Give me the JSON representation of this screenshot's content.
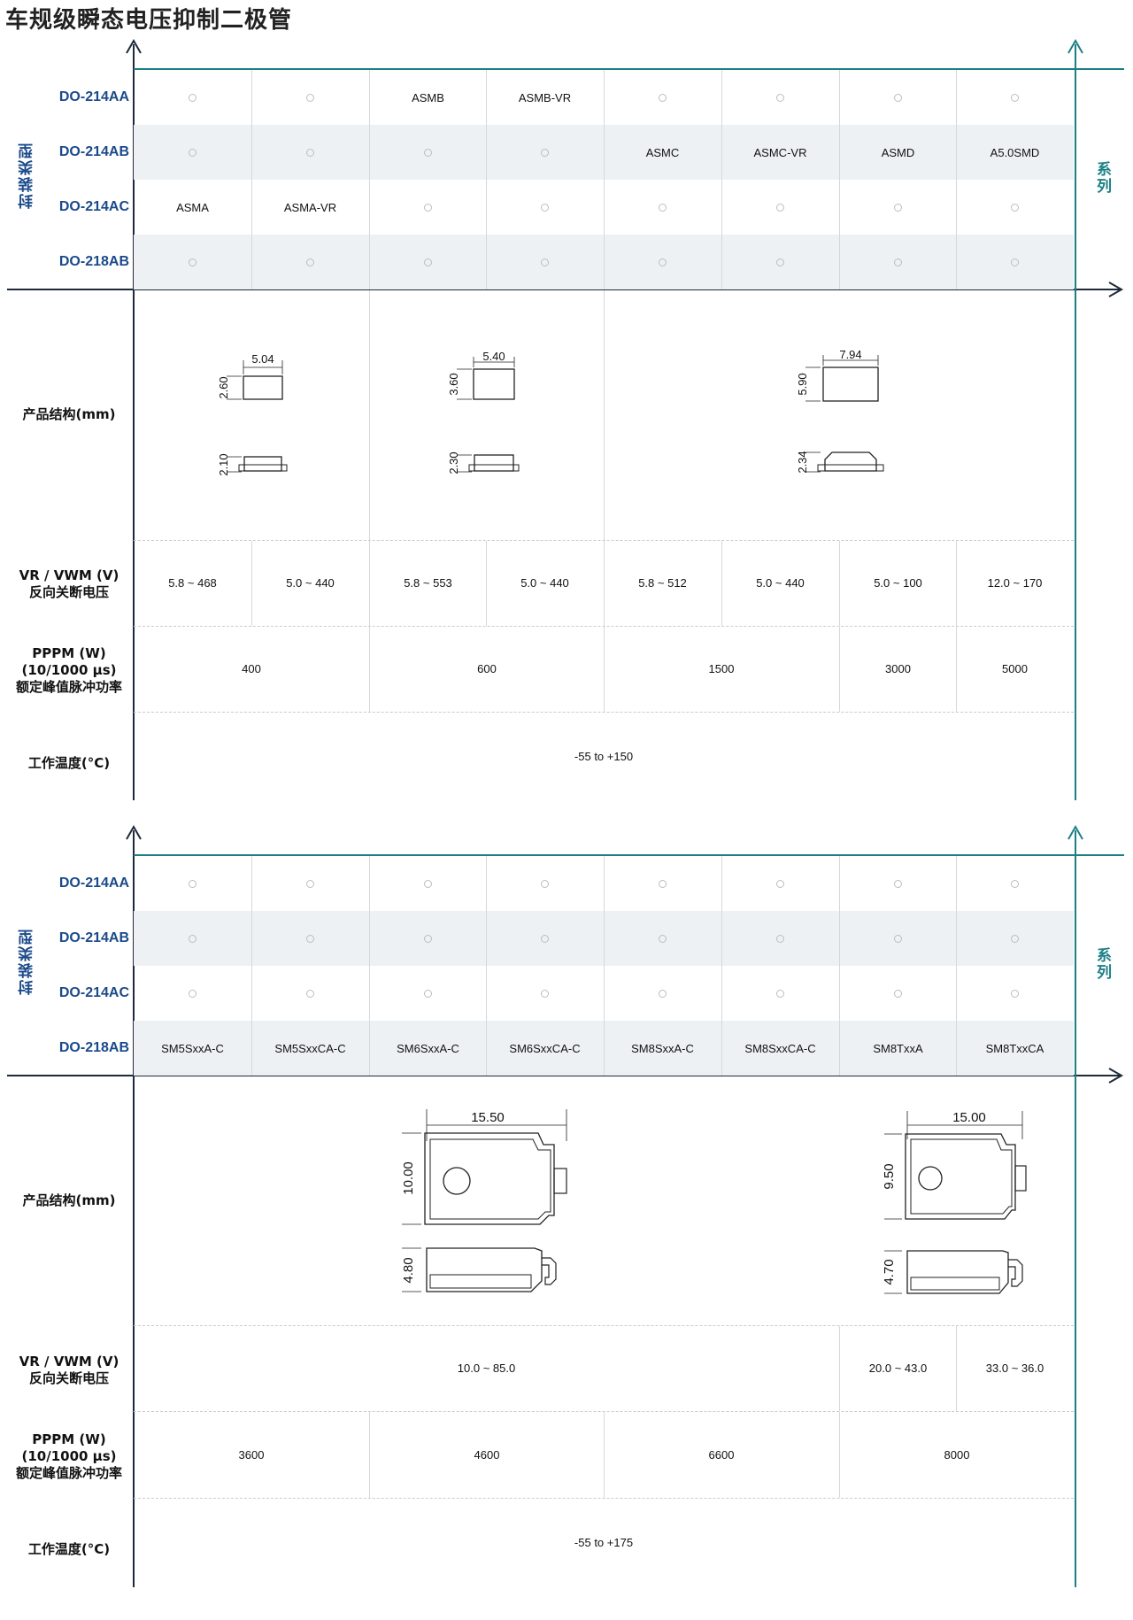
{
  "title": "车规级瞬态电压抑制二极管",
  "labels": {
    "package_type": "封装类型",
    "series": "系列",
    "structure": "产品结构(mm)",
    "vr_main": "VR / VWM (V)",
    "vr_sub": "反向关断电压",
    "ppm_main": "PPPM (W)",
    "ppm_cond": "(10/1000 μs)",
    "ppm_sub": "额定峰值脉冲功率",
    "temp": "工作温度(°C)"
  },
  "packages": [
    "DO-214AA",
    "DO-214AB",
    "DO-214AC",
    "DO-218AB"
  ],
  "section1": {
    "grid": [
      [
        "",
        "",
        "ASMB",
        "ASMB-VR",
        "",
        "",
        "",
        ""
      ],
      [
        "",
        "",
        "",
        "",
        "ASMC",
        "ASMC-VR",
        "ASMD",
        "A5.0SMD"
      ],
      [
        "ASMA",
        "ASMA-VR",
        "",
        "",
        "",
        "",
        "",
        ""
      ],
      [
        "",
        "",
        "",
        "",
        "",
        "",
        "",
        ""
      ]
    ],
    "dims": [
      {
        "w": "5.04",
        "h": "2.60",
        "t": "2.10"
      },
      {
        "w": "5.40",
        "h": "3.60",
        "t": "2.30"
      },
      {
        "w": "7.94",
        "h": "5.90",
        "t": "2.34"
      }
    ],
    "vr": [
      "5.8 ~ 468",
      "5.0 ~ 440",
      "5.8 ~ 553",
      "5.0 ~ 440",
      "5.8 ~ 512",
      "5.0 ~ 440",
      "5.0 ~ 100",
      "12.0 ~ 170"
    ],
    "ppm": [
      "400",
      "600",
      "1500",
      "3000",
      "5000"
    ],
    "temp": "-55 to +150"
  },
  "section2": {
    "grid": [
      [
        "",
        "",
        "",
        "",
        "",
        "",
        "",
        ""
      ],
      [
        "",
        "",
        "",
        "",
        "",
        "",
        "",
        ""
      ],
      [
        "",
        "",
        "",
        "",
        "",
        "",
        "",
        ""
      ],
      [
        "SM5SxxA-C",
        "SM5SxxCA-C",
        "SM6SxxA-C",
        "SM6SxxCA-C",
        "SM8SxxA-C",
        "SM8SxxCA-C",
        "SM8TxxA",
        "SM8TxxCA"
      ]
    ],
    "dims": [
      {
        "w": "15.50",
        "h": "10.00",
        "t": "4.80"
      },
      {
        "w": "15.00",
        "h": "9.50",
        "t": "4.70"
      }
    ],
    "vr": [
      "10.0 ~ 85.0",
      "20.0 ~ 43.0",
      "33.0 ~ 36.0"
    ],
    "ppm": [
      "3600",
      "4600",
      "6600",
      "8000"
    ],
    "temp": "-55 to +175"
  }
}
